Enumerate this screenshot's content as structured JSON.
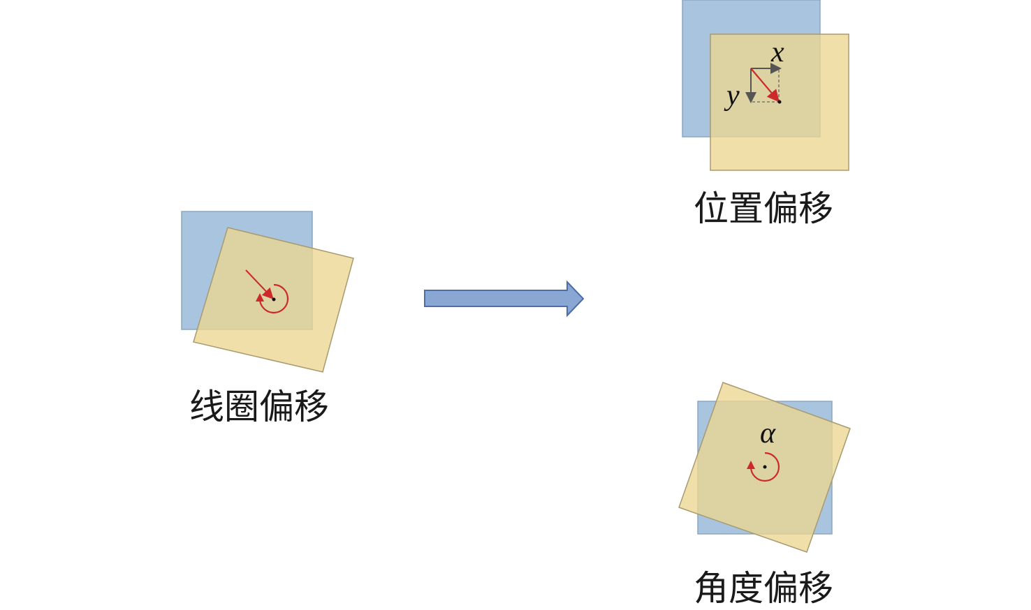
{
  "labels": {
    "coil_offset": "线圈偏移",
    "position_offset": "位置偏移",
    "angle_offset": "角度偏移"
  },
  "symbols": {
    "x": "x",
    "y": "y",
    "alpha": "α"
  },
  "colors": {
    "blue": "#a9c4df",
    "yellow": "#ecd68f",
    "arrow_fill": "#8aa6d3",
    "arrow_stroke": "#4c6ea8",
    "red": "#cc2a2a",
    "gray": "#555555"
  }
}
